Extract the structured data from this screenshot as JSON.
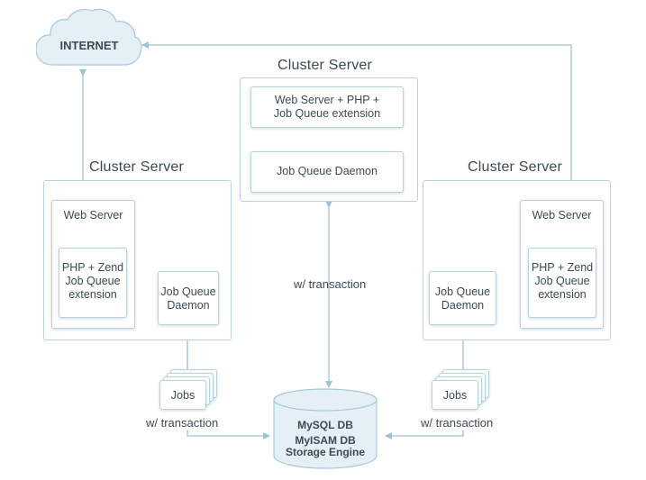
{
  "internet": {
    "label": "INTERNET"
  },
  "center_cluster": {
    "title": "Cluster Server",
    "web_server_line1": "Web Server + PHP +",
    "web_server_line2": "Job Queue extension",
    "daemon": "Job Queue Daemon"
  },
  "left_cluster": {
    "title": "Cluster Server",
    "web_server": "Web Server",
    "php_line1": "PHP + Zend",
    "php_line2": "Job Queue",
    "php_line3": "extension",
    "daemon_line1": "Job Queue",
    "daemon_line2": "Daemon"
  },
  "right_cluster": {
    "title": "Cluster Server",
    "web_server": "Web Server",
    "php_line1": "PHP + Zend",
    "php_line2": "Job Queue",
    "php_line3": "extension",
    "daemon_line1": "Job Queue",
    "daemon_line2": "Daemon"
  },
  "left_jobs": {
    "label": "Jobs",
    "transaction": "w/ transaction"
  },
  "right_jobs": {
    "label": "Jobs",
    "transaction": "w/ transaction"
  },
  "center_link": {
    "transaction": "w/ transaction"
  },
  "database": {
    "line1": "MySQL DB",
    "line2": "MyISAM DB",
    "line3": "Storage Engine"
  },
  "colors": {
    "stroke": "#9cc4d1",
    "border": "#b8d3dc",
    "fill": "#e4f0f5",
    "text": "#3d4a54"
  }
}
